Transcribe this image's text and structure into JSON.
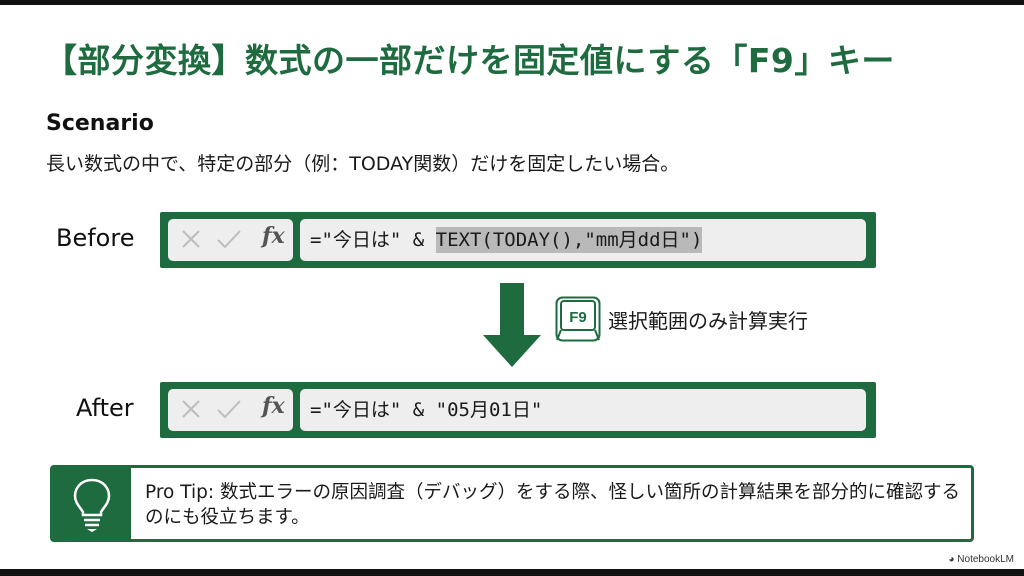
{
  "title": "【部分変換】数式の一部だけを固定値にする「F9」キー",
  "scenario": {
    "heading": "Scenario",
    "text": "長い数式の中で、特定の部分（例：TODAY関数）だけを固定したい場合。"
  },
  "before": {
    "label": "Before",
    "formula_prefix": "=\"今日は\" & ",
    "formula_selected": "TEXT(TODAY(),\"mm月dd日\")",
    "icons": [
      "cancel-icon",
      "enter-icon",
      "fx-icon"
    ],
    "fx_label": "fx"
  },
  "transition": {
    "key_label": "F9",
    "action_text": "選択範囲のみ計算実行"
  },
  "after": {
    "label": "After",
    "formula": "=\"今日は\" & \"05月01日\"",
    "icons": [
      "cancel-icon",
      "enter-icon",
      "fx-icon"
    ],
    "fx_label": "fx"
  },
  "tip": {
    "icon": "lightbulb-icon",
    "text": "Pro Tip: 数式エラーの原因調査（デバッグ）をする際、怪しい箇所の計算結果を部分的に確認するのにも役立ちます。"
  },
  "brand": "NotebookLM",
  "colors": {
    "accent_green": "#1e6b3f",
    "formula_bg": "#eeeeee",
    "selection_bg": "#b9b9b9"
  }
}
